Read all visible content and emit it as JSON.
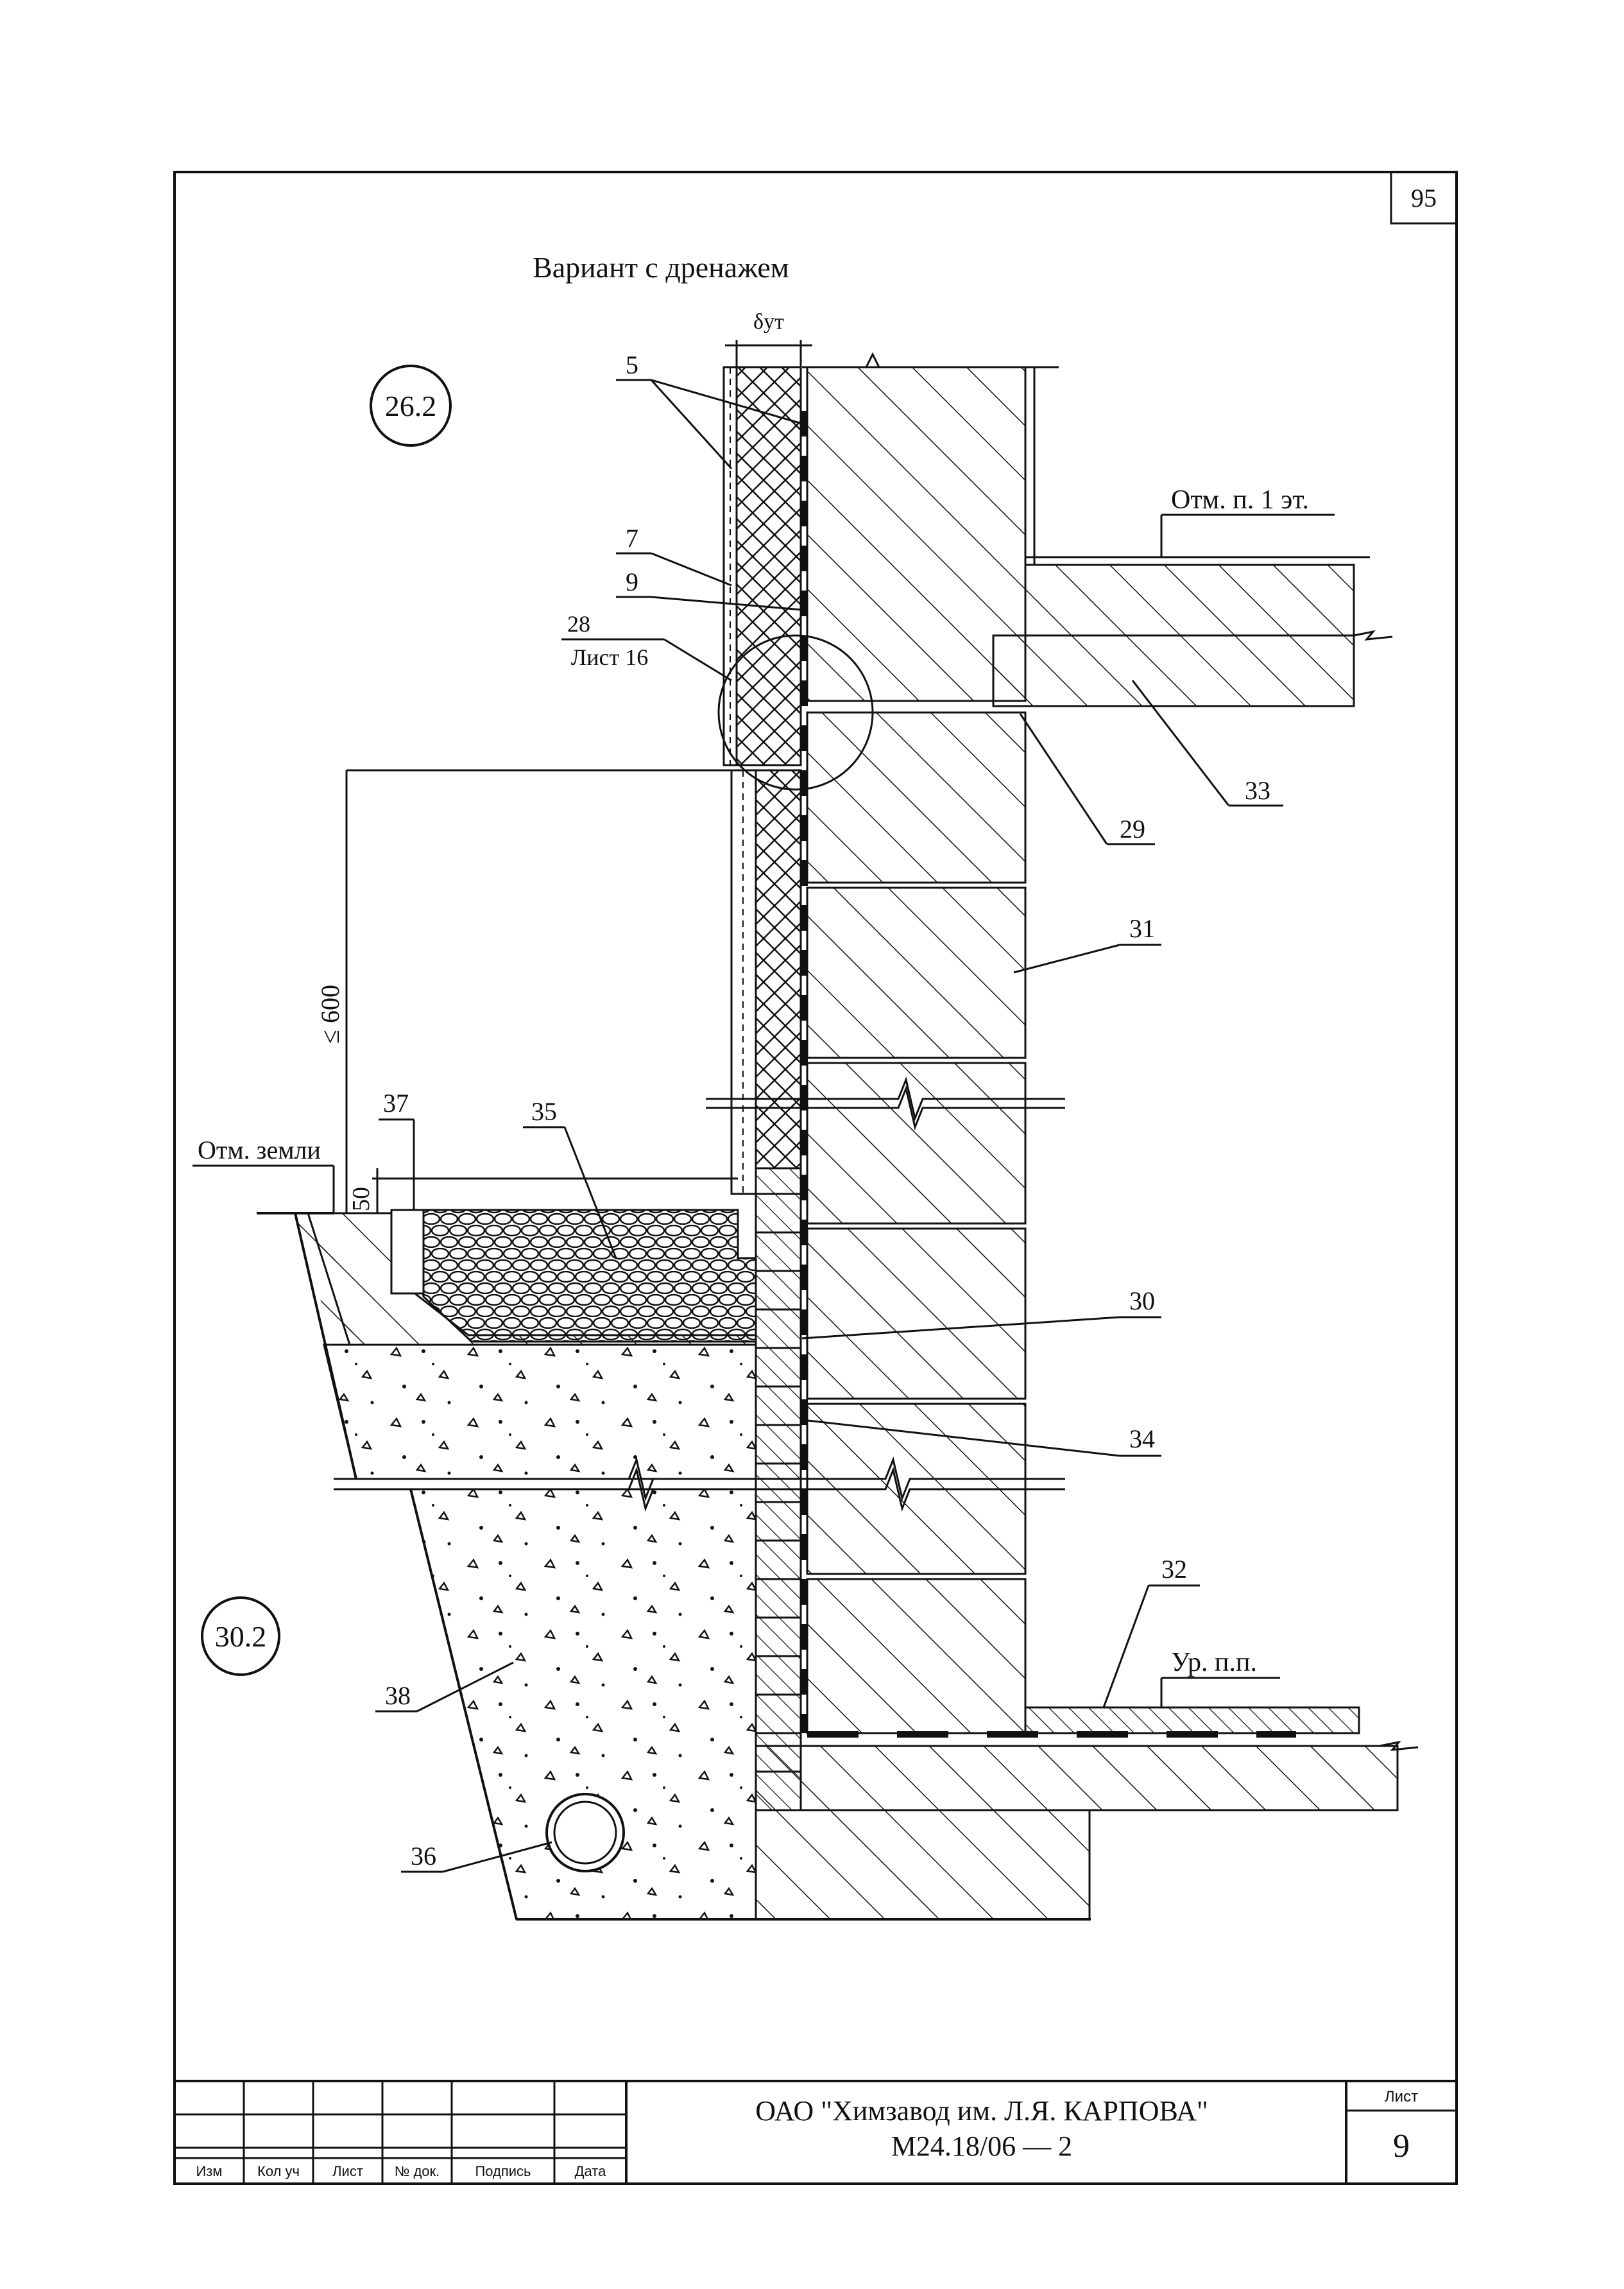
{
  "page_number": "95",
  "title": "Вариант с дренажем",
  "node_refs": [
    "26.2",
    "30.2"
  ],
  "dimension_label": "δут",
  "dim_600": "≤ 600",
  "dim_50": "50",
  "callout_28": "28",
  "callout_sheet16": "Лист 16",
  "levels": {
    "floor_1": "Отм. п. 1 эт.",
    "ground": "Отм. земли",
    "floor_level": "Ур. п.п."
  },
  "leaders": [
    "5",
    "7",
    "9",
    "29",
    "33",
    "31",
    "30",
    "34",
    "32",
    "35",
    "37",
    "38",
    "36"
  ],
  "title_block": {
    "columns": [
      "Изм",
      "Кол уч",
      "Лист",
      "№ док.",
      "Подпись",
      "Дата"
    ],
    "company": "ОАО \"Химзавод им. Л.Я. КАРПОВА\"",
    "code": "М24.18/06 — 2",
    "sheet_label": "Лист",
    "sheet_number": "9"
  },
  "colors": {
    "ink": "#111111",
    "paper": "#ffffff"
  }
}
